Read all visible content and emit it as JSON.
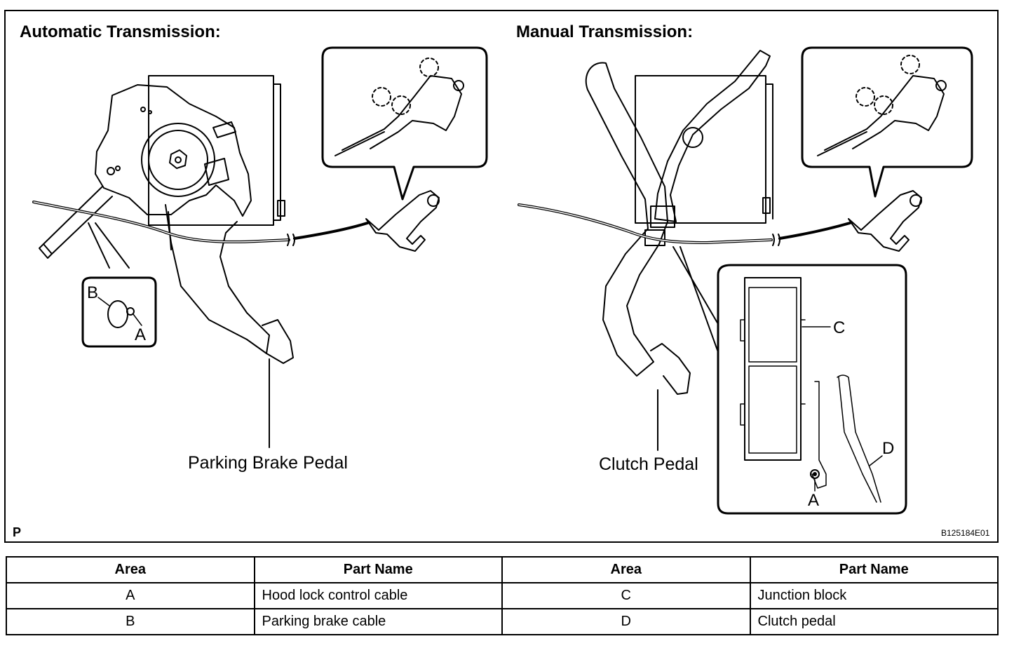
{
  "figure": {
    "left_title": "Automatic Transmission:",
    "right_title": "Manual Transmission:",
    "labels": {
      "parking_brake_pedal": "Parking Brake Pedal",
      "clutch_pedal": "Clutch Pedal",
      "b_left": "B",
      "a_left": "A",
      "c_right": "C",
      "d_right": "D",
      "a_right": "A"
    },
    "corner_mark": "P",
    "figure_code": "B125184E01"
  },
  "legend": {
    "headers": [
      "Area",
      "Part Name",
      "Area",
      "Part Name"
    ],
    "rows": [
      [
        "A",
        "Hood lock control cable",
        "C",
        "Junction block"
      ],
      [
        "B",
        "Parking brake cable",
        "D",
        "Clutch pedal"
      ]
    ]
  }
}
